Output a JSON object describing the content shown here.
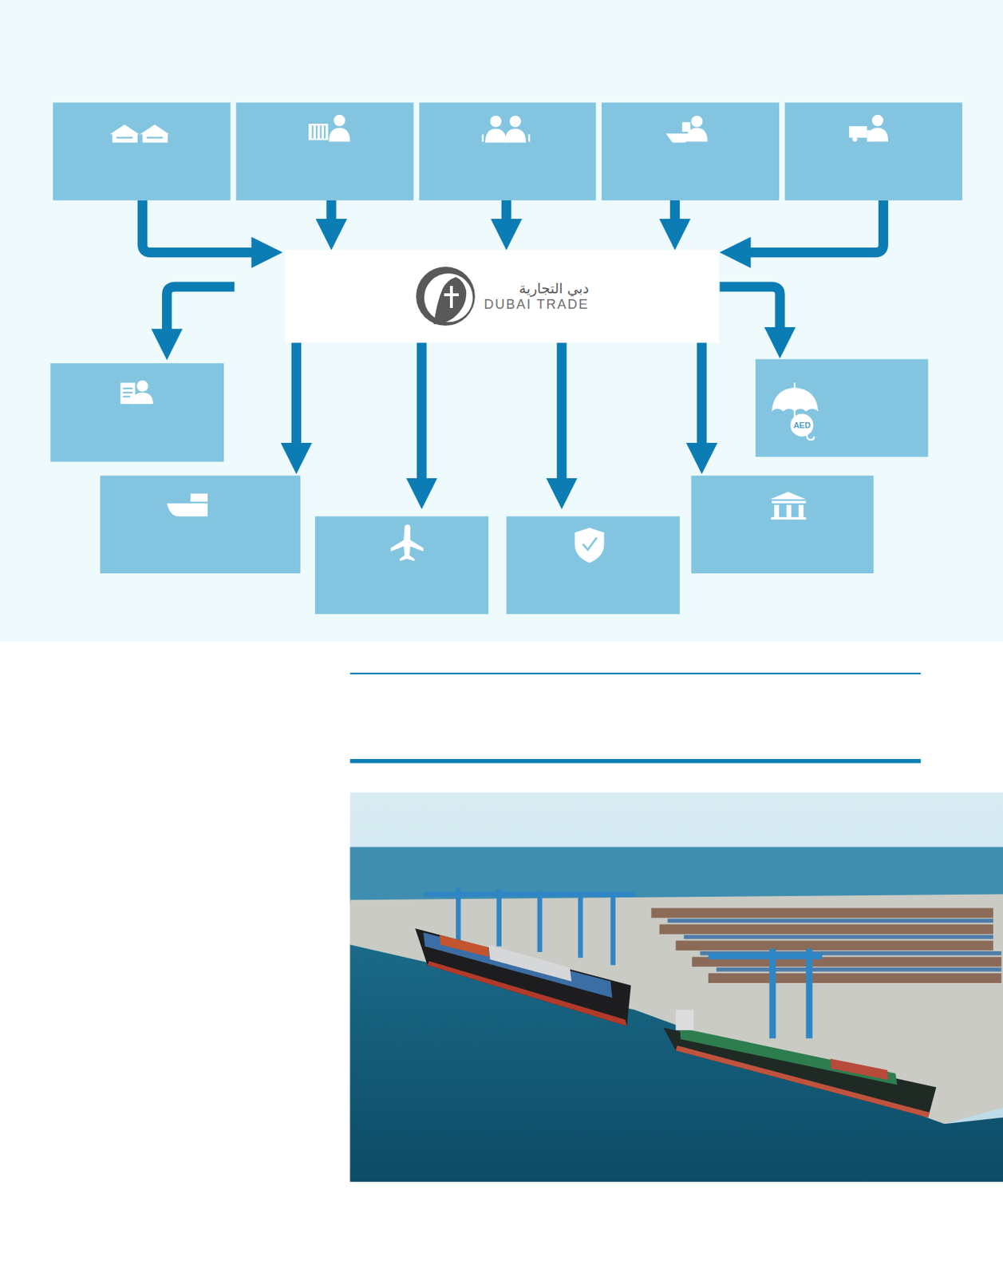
{
  "diagram": {
    "nodes": [
      {
        "text": [
          "دبي التجارية",
          "DUBAI TRADE"
        ]
      }
    ],
    "labels": [
      "AED"
    ]
  }
}
